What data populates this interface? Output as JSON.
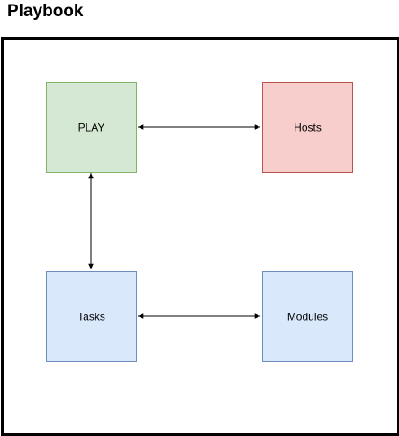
{
  "diagram": {
    "title": "Playbook",
    "nodes": {
      "play": {
        "label": "PLAY",
        "fill": "#d5e8d4",
        "stroke": "#82b366"
      },
      "hosts": {
        "label": "Hosts",
        "fill": "#f8cecc",
        "stroke": "#b85450"
      },
      "tasks": {
        "label": "Tasks",
        "fill": "#dae8fc",
        "stroke": "#6c8ebf"
      },
      "modules": {
        "label": "Modules",
        "fill": "#dae8fc",
        "stroke": "#6c8ebf"
      }
    },
    "edges": [
      {
        "from": "play",
        "to": "hosts",
        "direction": "both"
      },
      {
        "from": "play",
        "to": "tasks",
        "direction": "both"
      },
      {
        "from": "tasks",
        "to": "modules",
        "direction": "both"
      }
    ]
  }
}
